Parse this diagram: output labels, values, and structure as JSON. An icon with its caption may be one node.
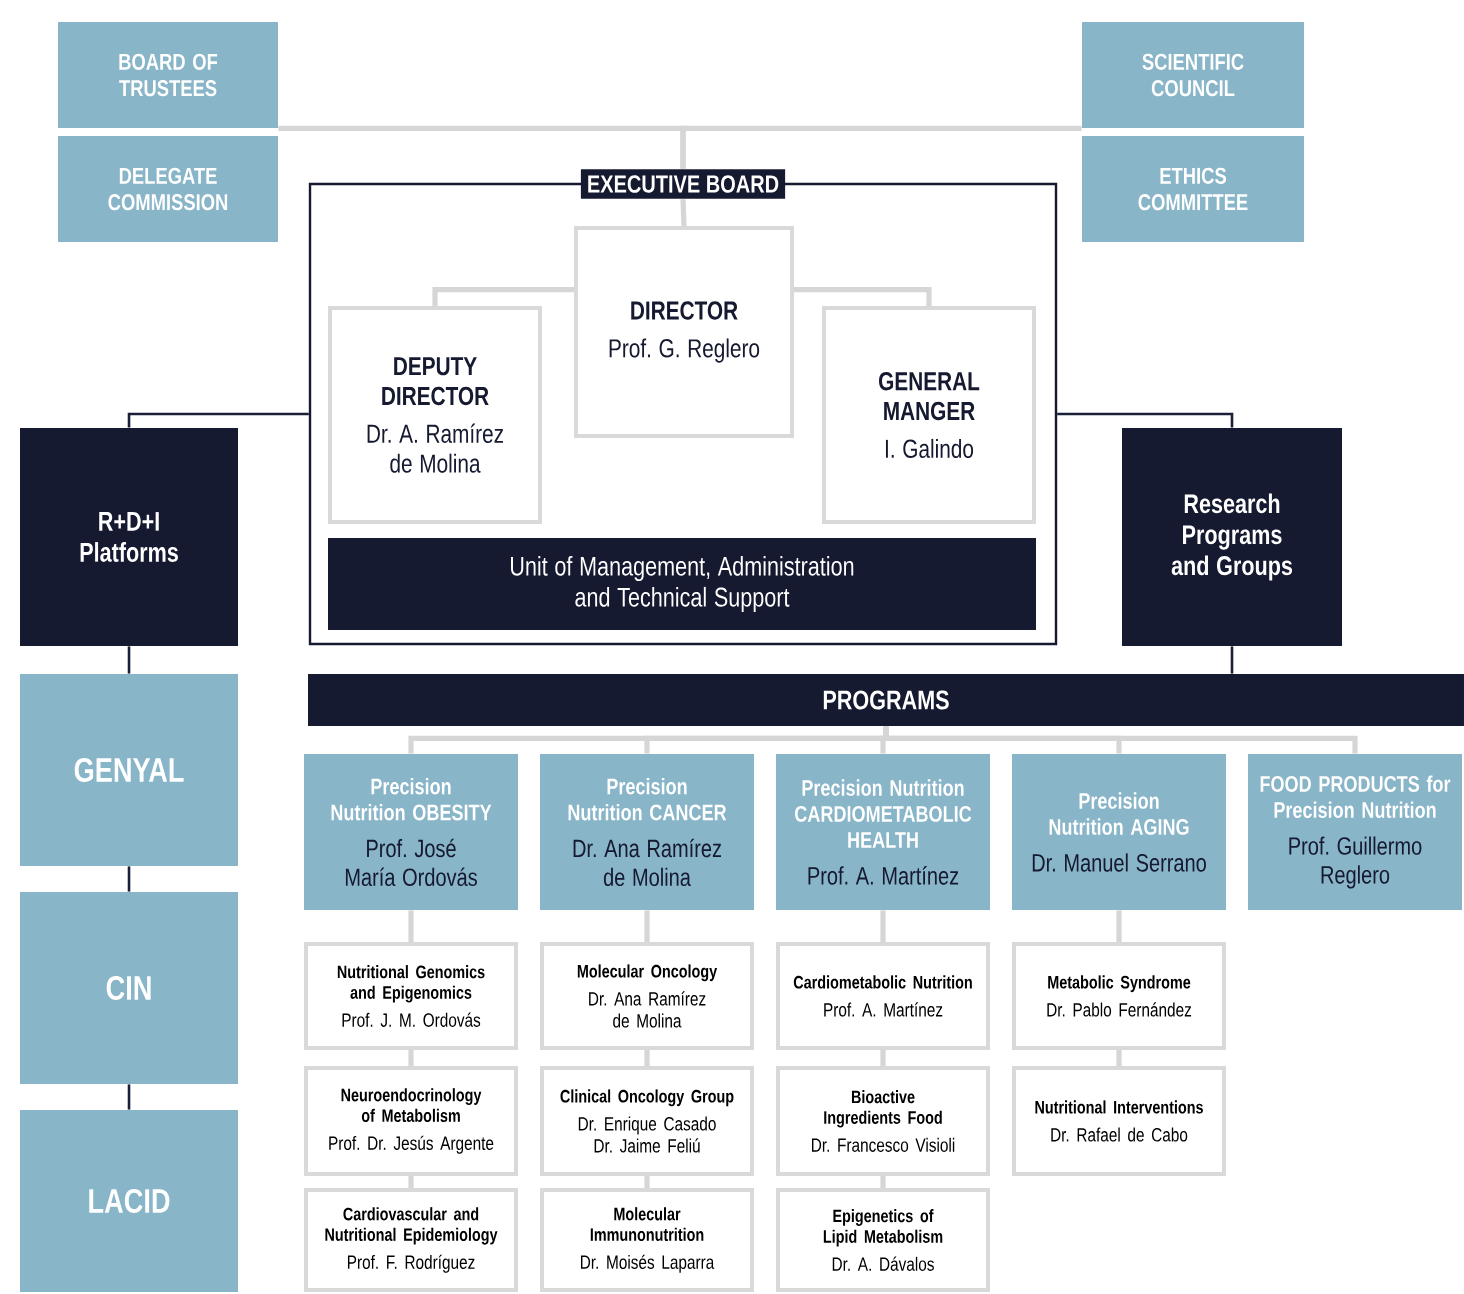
{
  "diagram": {
    "nodes": [
      {
        "text": [
          "BOARD OF TRUSTEES"
        ]
      },
      {
        "text": [
          "SCIENTIFIC COUNCIL"
        ]
      },
      {
        "text": [
          "DELEGATE COMMISSION"
        ]
      },
      {
        "text": [
          "ETHICS COMMITTEE"
        ]
      },
      {
        "text": [
          "EXECUTIVE BOARD"
        ]
      },
      {
        "text": [
          "DIRECTOR",
          "Prof. G. Reglero"
        ],
        "in": 4
      },
      {
        "text": [
          "DEPUTY DIRECTOR",
          "Dr. A. Ramírez de Molina"
        ],
        "in": 4
      },
      {
        "text": [
          "GENERAL MANGER",
          "I. Galindo"
        ],
        "in": 4
      },
      {
        "text": [
          "Unit of Management, Administration and Technical Support"
        ],
        "in": 4
      },
      {
        "text": [
          "R+D+I Platforms"
        ]
      },
      {
        "text": [
          "Research Programs and Groups"
        ]
      },
      {
        "text": [
          "GENYAL"
        ]
      },
      {
        "text": [
          "CIN"
        ]
      },
      {
        "text": [
          "LACID"
        ]
      },
      {
        "text": [
          "PROGRAMS"
        ]
      },
      {
        "text": [
          "Precision Nutrition OBESITY",
          "Prof. José María Ordovás"
        ]
      },
      {
        "text": [
          "Precision Nutrition CANCER",
          "Dr. Ana Ramírez de Molina"
        ]
      },
      {
        "text": [
          "Precision Nutrition CARDIOMETABOLIC HEALTH",
          "Prof. A. Martínez"
        ]
      },
      {
        "text": [
          "Precision Nutrition AGING",
          "Dr. Manuel Serrano"
        ]
      },
      {
        "text": [
          "FOOD PRODUCTS for Precision Nutrition",
          "Prof. Guillermo Reglero"
        ]
      },
      {
        "text": [
          "Nutritional Genomics and Epigenomics",
          "Prof. J. M. Ordovás"
        ]
      },
      {
        "text": [
          "Neuroendocrinology of Metabolism",
          "Prof. Dr. Jesús Argente"
        ]
      },
      {
        "text": [
          "Cardiovascular and Nutritional Epidemiology",
          "Prof. F. Rodríguez"
        ]
      },
      {
        "text": [
          "Molecular Oncology",
          "Dr. Ana Ramírez de Molina"
        ]
      },
      {
        "text": [
          "Clinical Oncology Group",
          "Dr. Enrique Casado Dr. Jaime Feliú"
        ]
      },
      {
        "text": [
          "Molecular Immunonutrition",
          "Dr. Moisés Laparra"
        ]
      },
      {
        "text": [
          "Cardiometabolic Nutrition",
          "Prof. A. Martínez"
        ]
      },
      {
        "text": [
          "Bioactive Ingredients Food",
          "Dr. Francesco Visioli"
        ]
      },
      {
        "text": [
          "Epigenetics of Lipid Metabolism",
          "Dr. A. Dávalos"
        ]
      },
      {
        "text": [
          "Metabolic Syndrome",
          "Dr. Pablo Fernández"
        ]
      },
      {
        "text": [
          "Nutritional Interventions",
          "Dr. Rafael de Cabo"
        ]
      }
    ],
    "edges": [
      {
        "from": 0,
        "to": 4,
        "arrow": "none"
      },
      {
        "from": 1,
        "to": 4,
        "arrow": "none"
      },
      {
        "from": 4,
        "to": 5,
        "arrow": "none"
      },
      {
        "from": 5,
        "to": 6,
        "arrow": "none"
      },
      {
        "from": 5,
        "to": 7,
        "arrow": "none"
      },
      {
        "from": 4,
        "to": 9,
        "arrow": "none",
        "color": "#1a2038"
      },
      {
        "from": 4,
        "to": 10,
        "arrow": "none",
        "color": "#1a2038"
      },
      {
        "from": 9,
        "to": 11,
        "arrow": "none",
        "color": "#1a2038"
      },
      {
        "from": 11,
        "to": 12,
        "arrow": "none",
        "color": "#1a2038"
      },
      {
        "from": 12,
        "to": 13,
        "arrow": "none",
        "color": "#1a2038"
      },
      {
        "from": 10,
        "to": 14,
        "arrow": "none",
        "color": "#1a2038"
      },
      {
        "from": 14,
        "to": 15,
        "arrow": "none"
      },
      {
        "from": 14,
        "to": 16,
        "arrow": "none"
      },
      {
        "from": 14,
        "to": 17,
        "arrow": "none"
      },
      {
        "from": 14,
        "to": 18,
        "arrow": "none"
      },
      {
        "from": 14,
        "to": 19,
        "arrow": "none"
      },
      {
        "from": 15,
        "to": 20,
        "arrow": "none"
      },
      {
        "from": 20,
        "to": 21,
        "arrow": "none"
      },
      {
        "from": 21,
        "to": 22,
        "arrow": "none"
      },
      {
        "from": 16,
        "to": 23,
        "arrow": "none"
      },
      {
        "from": 23,
        "to": 24,
        "arrow": "none"
      },
      {
        "from": 24,
        "to": 25,
        "arrow": "none"
      },
      {
        "from": 17,
        "to": 26,
        "arrow": "none"
      },
      {
        "from": 26,
        "to": 27,
        "arrow": "none"
      },
      {
        "from": 27,
        "to": 28,
        "arrow": "none"
      },
      {
        "from": 18,
        "to": 29,
        "arrow": "none"
      },
      {
        "from": 29,
        "to": 30,
        "arrow": "none"
      }
    ]
  }
}
